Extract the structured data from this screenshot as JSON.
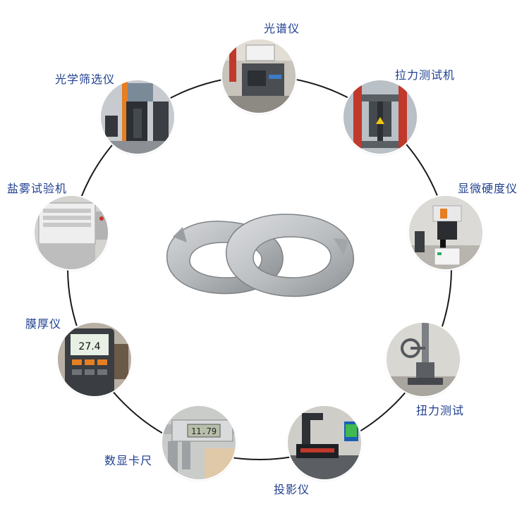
{
  "colors": {
    "label": "#1f3f8f",
    "ring": "#1a1a1a",
    "metal_light": "#c9ccce",
    "metal_dark": "#8a8e91"
  },
  "center": {
    "icon": "spring-washers-image"
  },
  "instruments": [
    {
      "label": "光谱仪",
      "icon": "spectrometer-photo"
    },
    {
      "label": "拉力测试机",
      "icon": "tensile-tester-photo"
    },
    {
      "label": "显微硬度仪",
      "icon": "microhardness-tester-photo"
    },
    {
      "label": "扭力测试",
      "icon": "torque-tester-photo"
    },
    {
      "label": "投影仪",
      "icon": "profile-projector-photo"
    },
    {
      "label": "数显卡尺",
      "icon": "digital-caliper-photo"
    },
    {
      "label": "膜厚仪",
      "icon": "coating-thickness-gauge-photo"
    },
    {
      "label": "盐雾试验机",
      "icon": "salt-spray-tester-photo"
    },
    {
      "label": "光学筛选仪",
      "icon": "optical-sorter-photo"
    }
  ],
  "readouts": {
    "thickness": "27.4",
    "caliper": "11.79"
  }
}
